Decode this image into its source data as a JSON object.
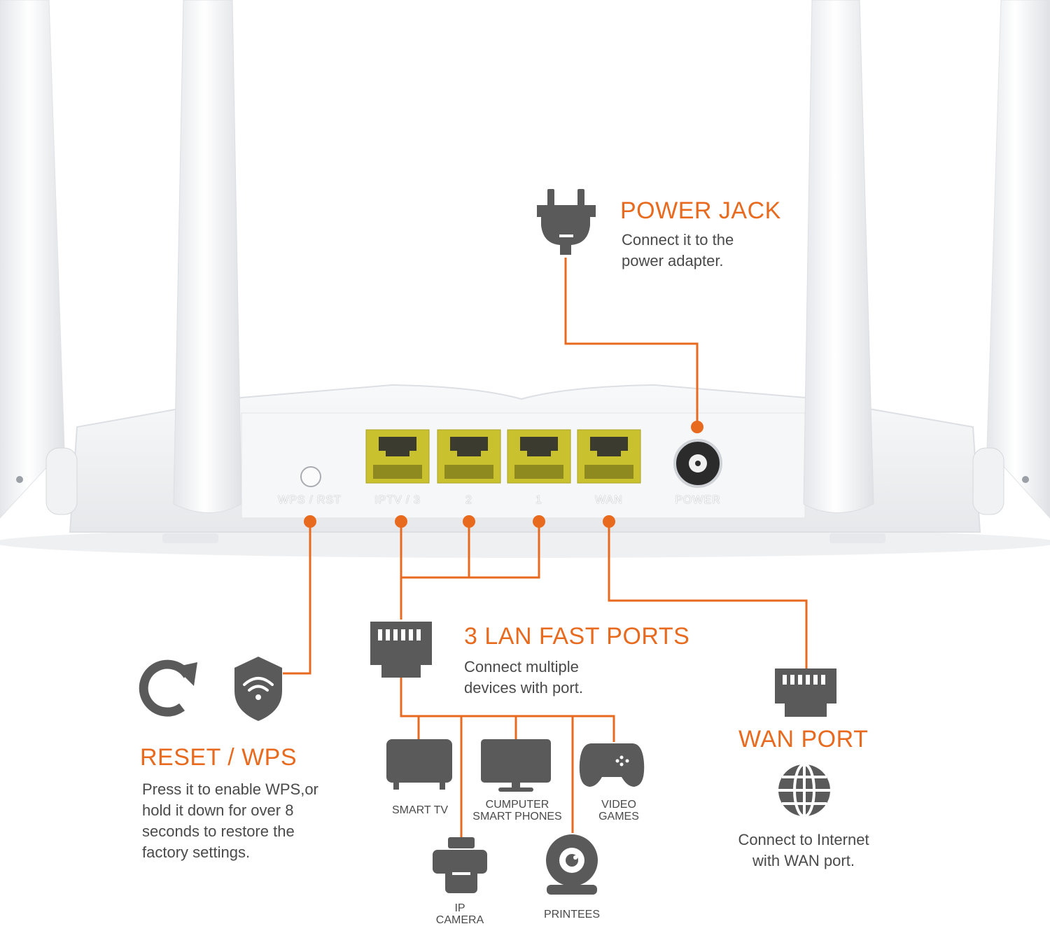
{
  "colors": {
    "accent": "#e86a1f",
    "icon": "#5a5a5a",
    "port_yellow": "#c9c22e",
    "router_body": "#f3f4f6"
  },
  "router": {
    "port_labels": [
      "WPS / RST",
      "IPTV / 3",
      "2",
      "1",
      "WAN",
      "POWER"
    ]
  },
  "callouts": {
    "power_jack": {
      "title": "POWER JACK",
      "desc_line1": "Connect it to the",
      "desc_line2": "power adapter.",
      "icon": "power-plug-icon"
    },
    "lan": {
      "title": "3 LAN FAST PORTS",
      "desc_line1": "Connect multiple",
      "desc_line2": "devices with port.",
      "icon": "ethernet-port-icon"
    },
    "reset": {
      "title": "RESET / WPS",
      "desc_line1": "Press it to enable WPS,or",
      "desc_line2": "hold it down for over 8",
      "desc_line3": "seconds to restore the",
      "desc_line4": "factory settings.",
      "icons": [
        "reset-arrow-icon",
        "wifi-shield-icon"
      ]
    },
    "wan": {
      "title": "WAN PORT",
      "desc_line1": "Connect to Internet",
      "desc_line2": "with WAN port.",
      "icons": [
        "ethernet-port-icon",
        "globe-icon"
      ]
    }
  },
  "devices": {
    "smart_tv": {
      "line1": "SMART TV",
      "icon": "tv-icon"
    },
    "computer": {
      "line1": "CUMPUTER",
      "line2": "SMART PHONES",
      "icon": "monitor-icon"
    },
    "games": {
      "line1": "VIDEO",
      "line2": "GAMES",
      "icon": "gamepad-icon"
    },
    "ip_camera": {
      "line1": "IP",
      "line2": "CAMERA",
      "icon": "printer-icon"
    },
    "printees": {
      "line1": "PRINTEES",
      "icon": "webcam-icon"
    }
  }
}
